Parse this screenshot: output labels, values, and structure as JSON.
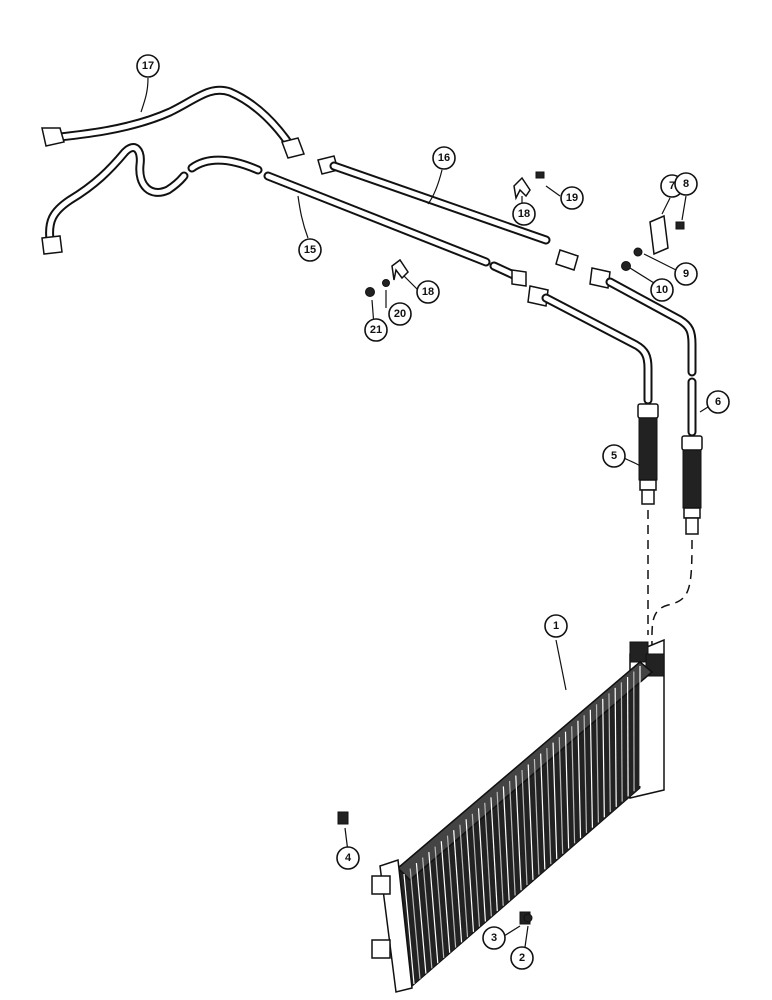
{
  "diagram": {
    "type": "exploded parts diagram",
    "callouts": [
      {
        "id": "c1",
        "label": "1"
      },
      {
        "id": "c2",
        "label": "2"
      },
      {
        "id": "c3",
        "label": "3"
      },
      {
        "id": "c4",
        "label": "4"
      },
      {
        "id": "c5",
        "label": "5"
      },
      {
        "id": "c6",
        "label": "6"
      },
      {
        "id": "c7",
        "label": "7"
      },
      {
        "id": "c8",
        "label": "8"
      },
      {
        "id": "c9",
        "label": "9"
      },
      {
        "id": "c10",
        "label": "10"
      },
      {
        "id": "c15",
        "label": "15"
      },
      {
        "id": "c16",
        "label": "16"
      },
      {
        "id": "c17",
        "label": "17"
      },
      {
        "id": "c18a",
        "label": "18"
      },
      {
        "id": "c18b",
        "label": "18"
      },
      {
        "id": "c19",
        "label": "19"
      },
      {
        "id": "c20",
        "label": "20"
      },
      {
        "id": "c21",
        "label": "21"
      }
    ]
  }
}
